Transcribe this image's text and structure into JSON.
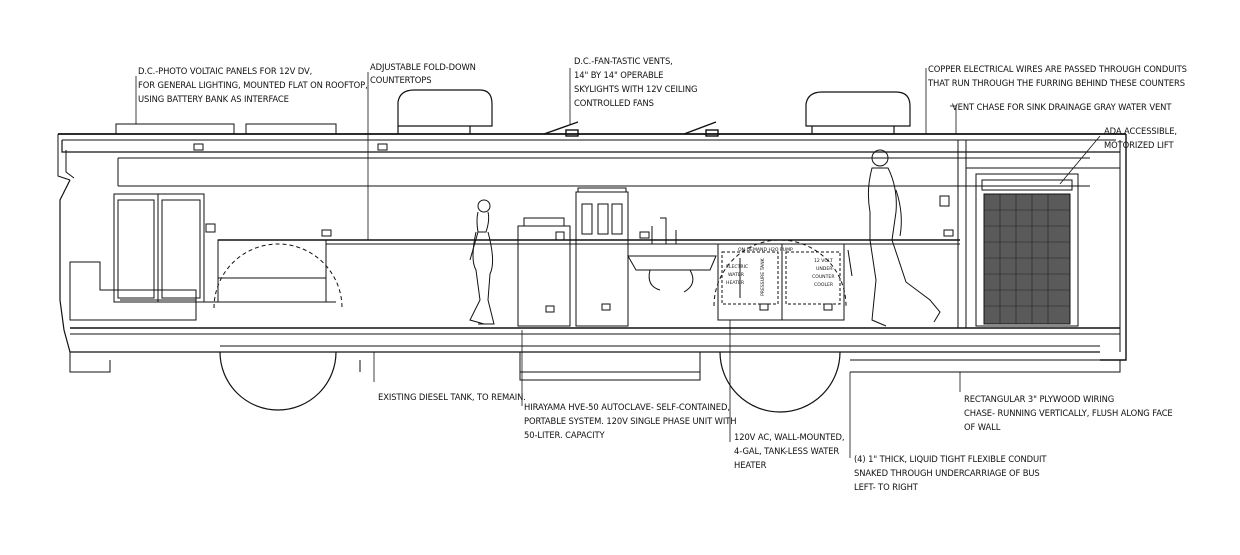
{
  "diagram": {
    "title": "Mobile unit bus section — annotated elevation",
    "annotations": {
      "solar_panels": [
        "D.C.-PHOTO VOLTAIC PANELS FOR 12V DV,",
        "FOR GENERAL LIGHTING, MOUNTED FLAT ON ROOFTOP,",
        "USING BATTERY BANK AS INTERFACE"
      ],
      "countertops": [
        "ADJUSTABLE FOLD-DOWN",
        "COUNTERTOPS"
      ],
      "vents": [
        "D.C.-FAN-TASTIC VENTS,",
        "14\" BY 14\" OPERABLE",
        "SKYLIGHTS WITH 12V CEILING",
        "CONTROLLED FANS"
      ],
      "wiring": [
        "COPPER ELECTRICAL WIRES ARE PASSED THROUGH CONDUITS",
        "THAT RUN THROUGH THE FURRING BEHIND THESE COUNTERS"
      ],
      "vent_chase": [
        "VENT CHASE  FOR SINK DRAINAGE GRAY WATER VENT"
      ],
      "lift": [
        "ADA ACCESSIBLE,",
        "MOTORIZED LIFT"
      ],
      "diesel_tank": [
        "EXISTING DIESEL TANK, TO REMAIN."
      ],
      "autoclave": [
        "HIRAYAMA  HVE-50 AUTOCLAVE- SELF-CONTAINED,",
        "PORTABLE SYSTEM. 120V SINGLE PHASE UNIT WITH",
        "50-LITER. CAPACITY"
      ],
      "water_heater": [
        "120V AC, WALL-MOUNTED,",
        "4-GAL, TANK-LESS WATER",
        "HEATER"
      ],
      "plywood_chase": [
        "RECTANGULAR 3\" PLYWOOD WIRING",
        "CHASE- RUNNING VERTICALLY, FLUSH ALONG FACE",
        "OF WALL"
      ],
      "conduit": [
        "(4) 1\" THICK, LIQUID TIGHT FLEXIBLE CONDUIT",
        "SNAKED THROUGH UNDERCARRIAGE OF BUS",
        "LEFT- TO RIGHT"
      ]
    },
    "equipment_labels": {
      "on_demand_pump": "ON DEMAND H2O PUMP",
      "electric_heater": [
        "ELECTRIC",
        "WATER",
        "HEATER"
      ],
      "pressure_tank": "PRESSURE TANK",
      "cooler": [
        "12 VOLT",
        "UNDER-",
        "COUNTER",
        "COOLER"
      ]
    }
  }
}
